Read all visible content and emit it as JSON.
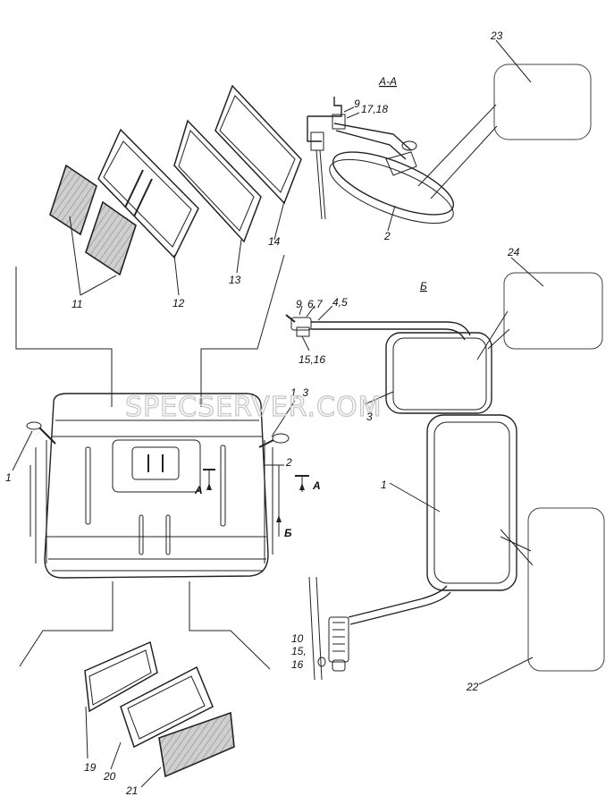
{
  "watermark": "SPECSERVER.COM",
  "sections": {
    "aa": "А-А",
    "b": "Б"
  },
  "markers": {
    "a_left": "A",
    "a_right": "A",
    "b": "Б"
  },
  "callouts": {
    "c1_left": "1",
    "c1_right": "1",
    "c1_3": "1, 3",
    "c2_main": "2",
    "c2_aa": "2",
    "c3": "3",
    "c4_5": "4,5",
    "c6_7": "6,7",
    "c9_aa": "9",
    "c9_b": "9",
    "c10": "10",
    "c11": "11",
    "c12": "12",
    "c13": "13",
    "c14": "14",
    "c15": "15,",
    "c15_16": "15,16",
    "c16": "16",
    "c17_18": "17,18",
    "c19": "19",
    "c20": "20",
    "c21": "21",
    "c22": "22",
    "c23": "23",
    "c24": "24"
  }
}
